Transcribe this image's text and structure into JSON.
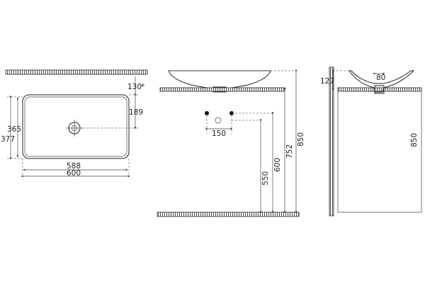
{
  "top_view": {
    "dims": {
      "edge_offset": "130",
      "edge_offset_marker": "*",
      "drain_offset": "189",
      "inner_depth": "365",
      "outer_depth": "377",
      "inner_width": "588",
      "outer_width": "600"
    }
  },
  "front_view": {
    "dims": {
      "tap_spacing": "150",
      "height_total": "850",
      "height_rim": "752",
      "height_taps": "600",
      "height_drain": "550"
    }
  },
  "side_view": {
    "dims": {
      "bowl_height": "127",
      "drain_width": "80",
      "height_total": "850"
    }
  }
}
